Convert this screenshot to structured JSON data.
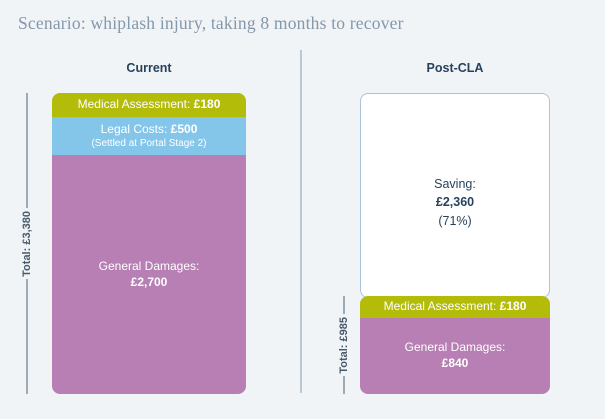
{
  "title": "Scenario: whiplash injury, taking 8 months to recover",
  "colors": {
    "background": "#f1f4f6",
    "title_text": "#8497ab",
    "header_text": "#27425d",
    "medical_assessment": "#b4bc0a",
    "legal_costs": "#84c6ea",
    "general_damages": "#b77fb4",
    "divider_line": "#bac9d4",
    "bracket_line": "#9dabb5",
    "saving_box_border": "#adc3d7",
    "bar_text": "#ffffff"
  },
  "chart_data": {
    "type": "bar",
    "subtype": "stacked-comparison",
    "title": "Scenario: whiplash injury, taking 8 months to recover",
    "categories": [
      "Current",
      "Post-CLA"
    ],
    "series": [
      {
        "name": "Medical Assessment",
        "values": [
          180,
          180
        ],
        "color": "#b4bc0a"
      },
      {
        "name": "Legal Costs (Settled at Portal Stage 2)",
        "values": [
          500,
          0
        ],
        "color": "#84c6ea"
      },
      {
        "name": "General Damages",
        "values": [
          2700,
          840
        ],
        "color": "#b77fb4"
      }
    ],
    "totals": {
      "Current": 3380,
      "Post-CLA": 985
    },
    "saving": {
      "amount": 2360,
      "percent": 71
    },
    "currency": "GBP",
    "legend": "none",
    "value_labels": "inside-segments"
  },
  "current": {
    "header": "Current",
    "total_prefix": "Total: ",
    "total_amount": "£3,380",
    "medical": {
      "label": "Medical Assessment: ",
      "amount": "£180"
    },
    "legal": {
      "label": "Legal Costs: ",
      "amount": "£500",
      "note": "(Settled at Portal Stage 2)"
    },
    "general": {
      "label": "General Damages:",
      "amount": "£2,700"
    }
  },
  "post": {
    "header": "Post-CLA",
    "total_prefix": "Total: ",
    "total_amount": "£985",
    "saving": {
      "line1": "Saving:",
      "line2": "£2,360",
      "line3": "(71%)"
    },
    "medical": {
      "label": "Medical Assessment: ",
      "amount": "£180"
    },
    "general": {
      "label": "General Damages:",
      "amount": "£840"
    }
  }
}
